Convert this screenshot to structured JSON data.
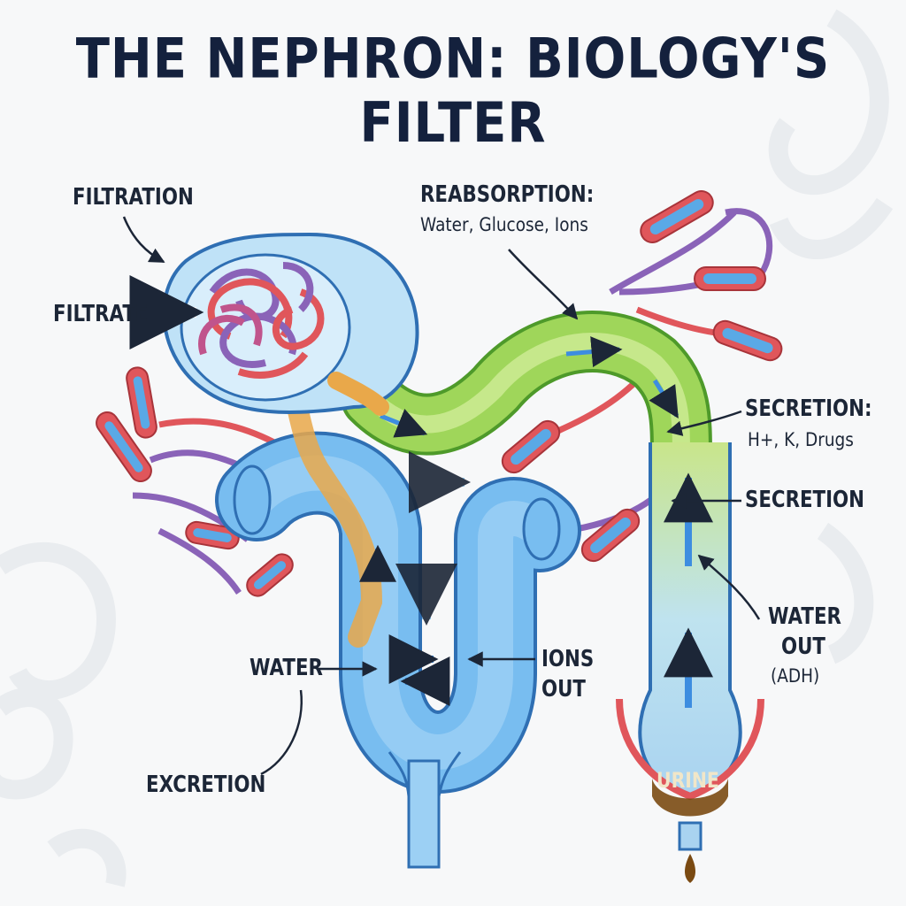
{
  "title": "THE NEPHRON: BIOLOGY'S FILTER",
  "labels": {
    "filtration": "FILTRATION",
    "filtrate": "FILTRATE",
    "reabsorption_title": "REABSORPTION:",
    "reabsorption_detail": "Water, Glucose, Ions",
    "secretion_title": "SECRETION:",
    "secretion_detail": "H+, K, Drugs",
    "secretion": "SECRETION",
    "water_out_line1": "WATER",
    "water_out_line2": "OUT",
    "water_out_line3": "(ADH)",
    "water": "WATER",
    "ions_out_line1": "IONS",
    "ions_out_line2": "OUT",
    "excretion": "EXCRETION",
    "urine": "URINE"
  },
  "colors": {
    "title": "#14213d",
    "tubule_blue": "#5aa9e6",
    "tubule_outline": "#2f6fb3",
    "distal_green": "#8fce4a",
    "artery_red": "#e0565b",
    "vein_purple": "#8a63b8",
    "filtrate_orange": "#e9a84a",
    "urine_brown": "#7a4a12"
  }
}
